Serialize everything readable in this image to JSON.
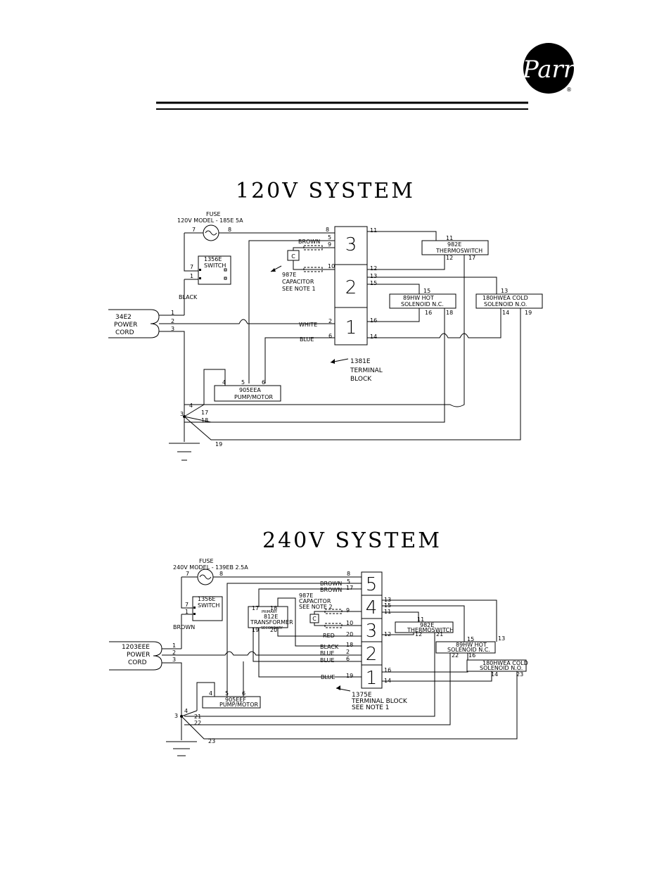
{
  "logo": {
    "text": "Parr",
    "reg": "®"
  },
  "d120": {
    "title": "120V SYSTEM",
    "fuse": [
      "FUSE",
      "120V MODEL - 185E      5A"
    ],
    "switch": [
      "1356E",
      "SWITCH"
    ],
    "cord": [
      "34E2",
      "POWER",
      "CORD"
    ],
    "cap": [
      "987E",
      "CAPACITOR",
      "SEE NOTE 1"
    ],
    "thermo": [
      "982E",
      "THERMOSWITCH"
    ],
    "hot": [
      "89HW HOT",
      "SOLENOID N.C."
    ],
    "cold": [
      "180HWEA COLD",
      "SOLENOID N.O."
    ],
    "pump": [
      "905EEA",
      "PUMP/MOTOR"
    ],
    "tblock": [
      "1381E",
      "TERMINAL",
      "BLOCK"
    ],
    "terms": [
      "3",
      "2",
      "1"
    ],
    "wires": {
      "brown": "BROWN",
      "black": "BLACK",
      "white": "WHITE",
      "blue": "BLUE"
    },
    "cap_c": "C"
  },
  "d240": {
    "title": "240V SYSTEM",
    "fuse": [
      "FUSE",
      "240V MODEL - 139EB 2.5A"
    ],
    "switch": [
      "1356E",
      "SWITCH"
    ],
    "cord": [
      "1203EEE",
      "POWER",
      "CORD"
    ],
    "cap": [
      "987E",
      "CAPACITOR",
      "SEE NOTE 2"
    ],
    "transformer": [
      "PRIMARY",
      "812E",
      "TRANSFORMER",
      "SECONDARY"
    ],
    "thermo": [
      "982E",
      "THERMOSWITCH"
    ],
    "hot": [
      "89HW HOT",
      "SOLENOID N.C."
    ],
    "cold": [
      "180HWEA COLD",
      "SOLENOID N.O."
    ],
    "pump": [
      "905EEF",
      "PUMP/MOTOR"
    ],
    "tblock": [
      "1375E",
      "TERMINAL BLOCK",
      "SEE NOTE 1"
    ],
    "terms": [
      "5",
      "4",
      "3",
      "2",
      "1"
    ],
    "wires": {
      "brown": "BROWN",
      "red": "RED",
      "black": "BLACK",
      "blue": "BLUE"
    },
    "cap_c": "C"
  }
}
